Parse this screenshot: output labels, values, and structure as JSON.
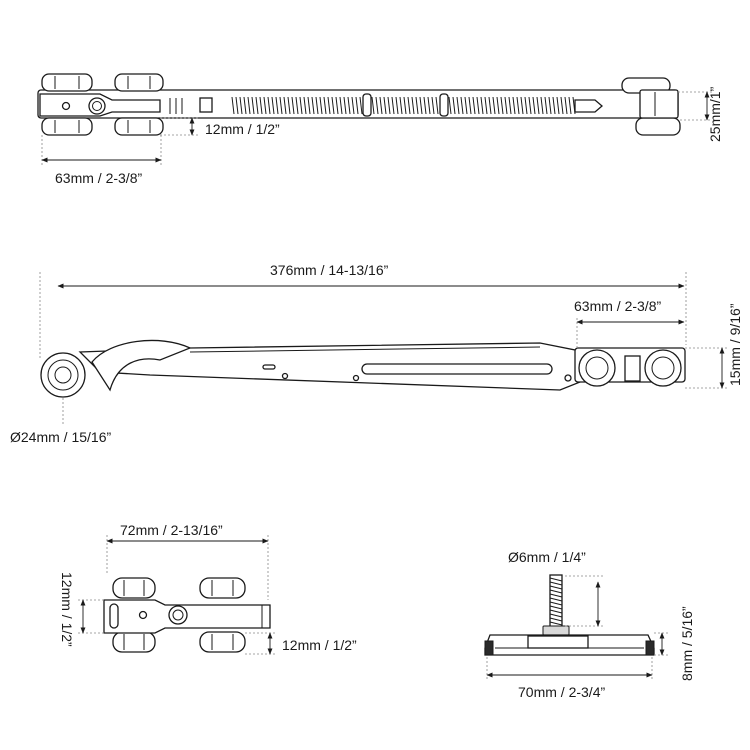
{
  "views": {
    "top": {
      "dim_width": "63mm / 2-3/8”",
      "dim_offset": "12mm / 1/2”",
      "dim_height": "25mm/1”"
    },
    "side": {
      "dim_length": "376mm / 14-13/16”",
      "dim_carriage": "63mm / 2-3/8”",
      "dim_height": "15mm / 9/16”",
      "dim_wheel": "Ø24mm / 15/16”"
    },
    "carriage": {
      "dim_width": "72mm / 2-13/16”",
      "dim_height": "12mm / 1/2”",
      "dim_offset": "12mm / 1/2”"
    },
    "bracket": {
      "dim_bolt": "Ø6mm / 1/4”",
      "dim_height": "8mm / 5/16”",
      "dim_width": "70mm / 2-3/4”"
    }
  }
}
